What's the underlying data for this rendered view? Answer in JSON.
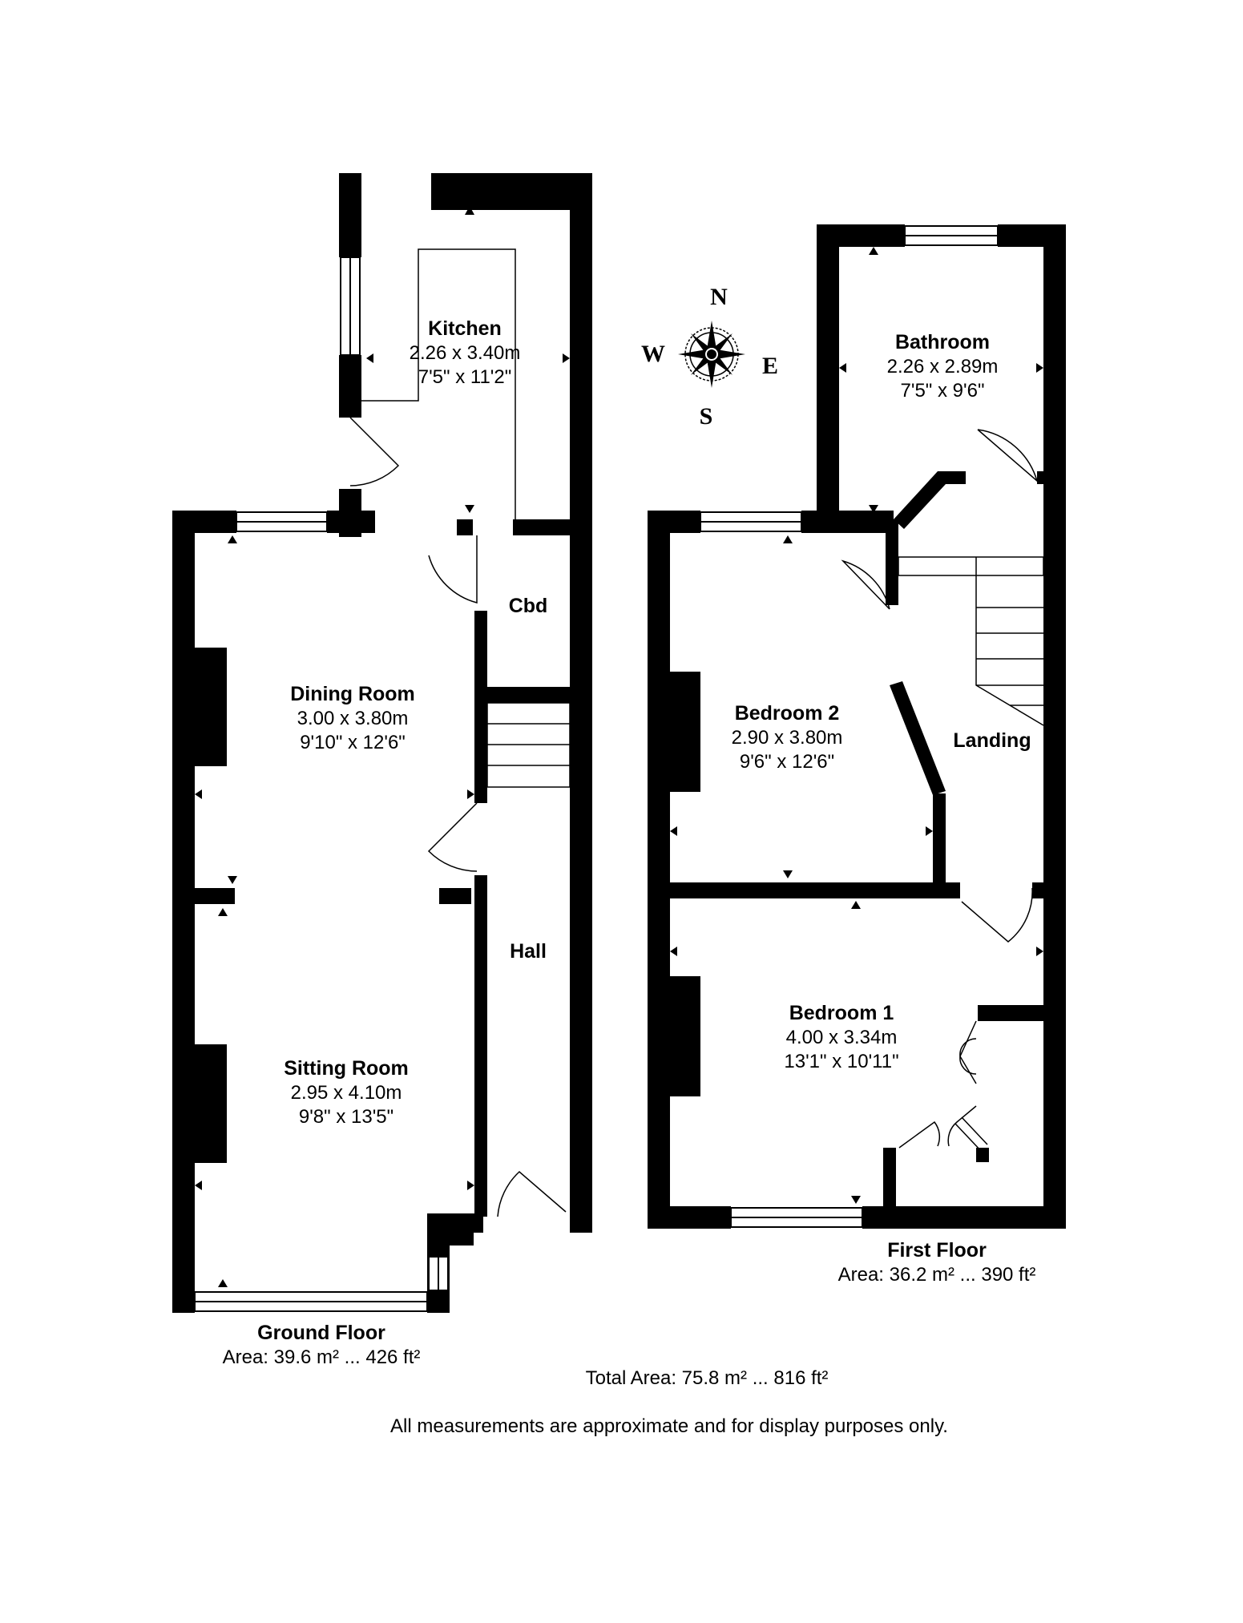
{
  "rooms": {
    "kitchen": {
      "name": "Kitchen",
      "metric": "2.26 x 3.40m",
      "imperial": "7'5\" x 11'2\""
    },
    "dining": {
      "name": "Dining Room",
      "metric": "3.00 x 3.80m",
      "imperial": "9'10\" x 12'6\""
    },
    "cbd": {
      "name": "Cbd"
    },
    "hall": {
      "name": "Hall"
    },
    "sitting": {
      "name": "Sitting Room",
      "metric": "2.95 x 4.10m",
      "imperial": "9'8\" x 13'5\""
    },
    "bathroom": {
      "name": "Bathroom",
      "metric": "2.26 x 2.89m",
      "imperial": "7'5\" x 9'6\""
    },
    "bedroom2": {
      "name": "Bedroom 2",
      "metric": "2.90 x 3.80m",
      "imperial": "9'6\" x 12'6\""
    },
    "landing": {
      "name": "Landing"
    },
    "bedroom1": {
      "name": "Bedroom 1",
      "metric": "4.00 x 3.34m",
      "imperial": "13'1\" x 10'11\""
    }
  },
  "floors": {
    "ground": {
      "name": "Ground Floor",
      "area": "Area: 39.6 m² ... 426 ft²"
    },
    "first": {
      "name": "First Floor",
      "area": "Area: 36.2 m² ... 390 ft²"
    }
  },
  "total_area": "Total Area: 75.8 m² ... 816 ft²",
  "disclaimer": "All measurements are approximate and for display purposes only.",
  "compass": {
    "n": "N",
    "e": "E",
    "s": "S",
    "w": "W"
  }
}
